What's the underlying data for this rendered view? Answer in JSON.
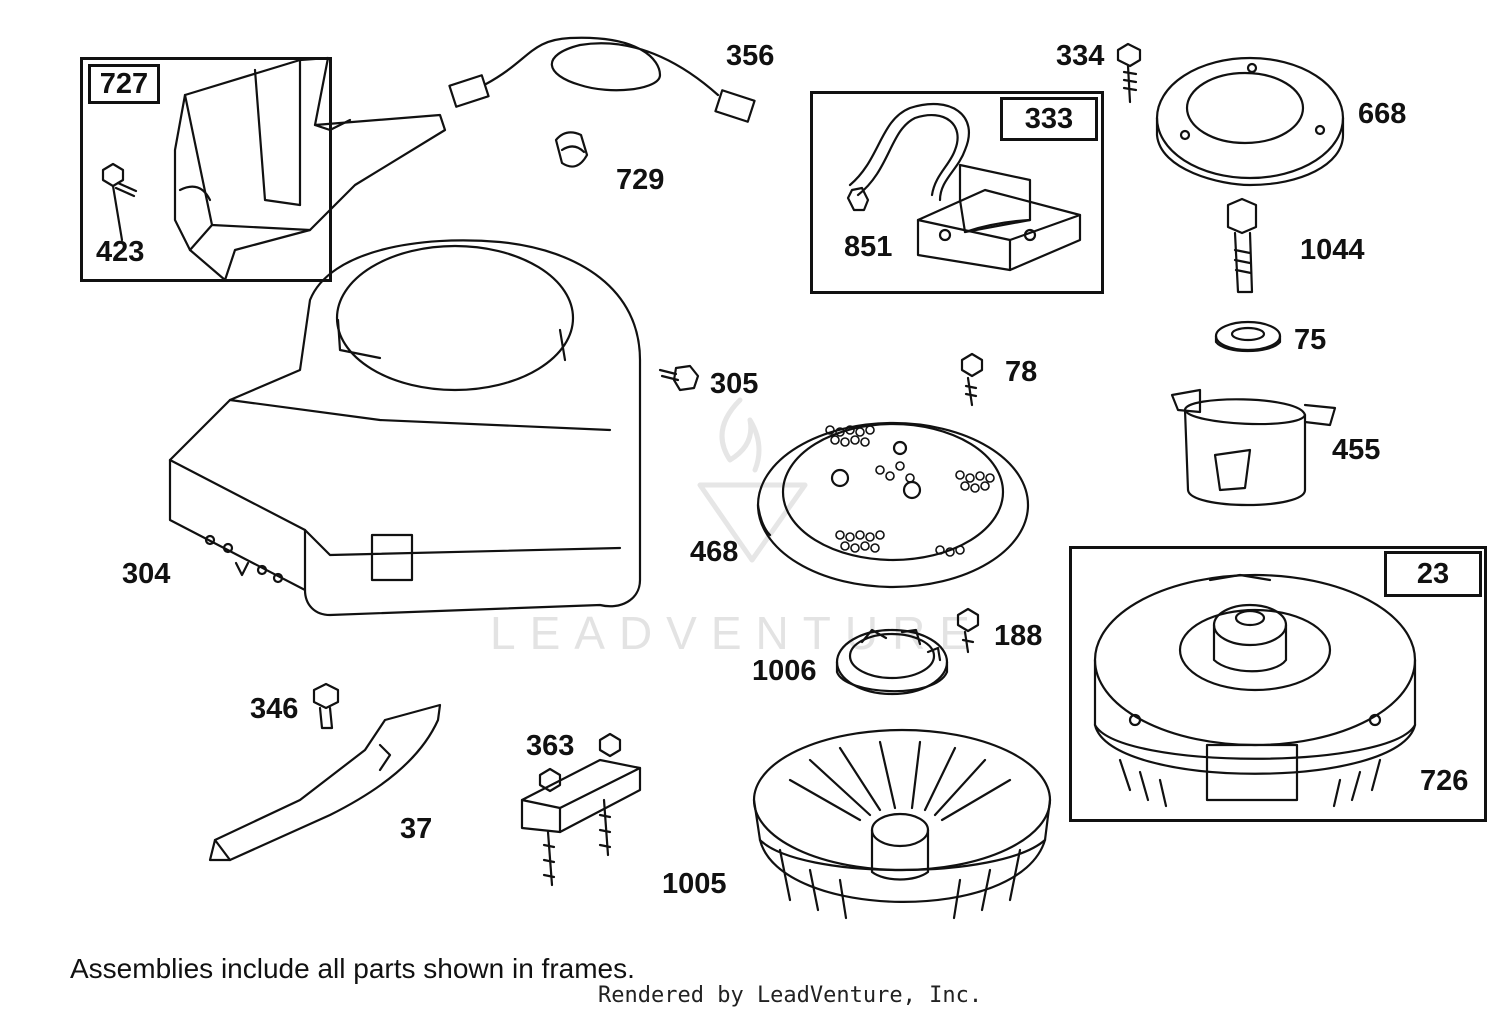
{
  "frames": [
    {
      "id": "727",
      "label": "727"
    },
    {
      "id": "333",
      "label": "333"
    },
    {
      "id": "23",
      "label": "23"
    }
  ],
  "parts": {
    "p423": "423",
    "p356": "356",
    "p729": "729",
    "p334": "334",
    "p668": "668",
    "p851": "851",
    "p1044": "1044",
    "p75": "75",
    "p305": "305",
    "p78": "78",
    "p455": "455",
    "p304": "304",
    "p468": "468",
    "p188": "188",
    "p1006": "1006",
    "p346": "346",
    "p363": "363",
    "p37": "37",
    "p726": "726",
    "p1005": "1005"
  },
  "footnote": "Assemblies include all parts shown in frames.",
  "credit": "Rendered by LeadVenture, Inc.",
  "watermark": "LEADVENTURE"
}
